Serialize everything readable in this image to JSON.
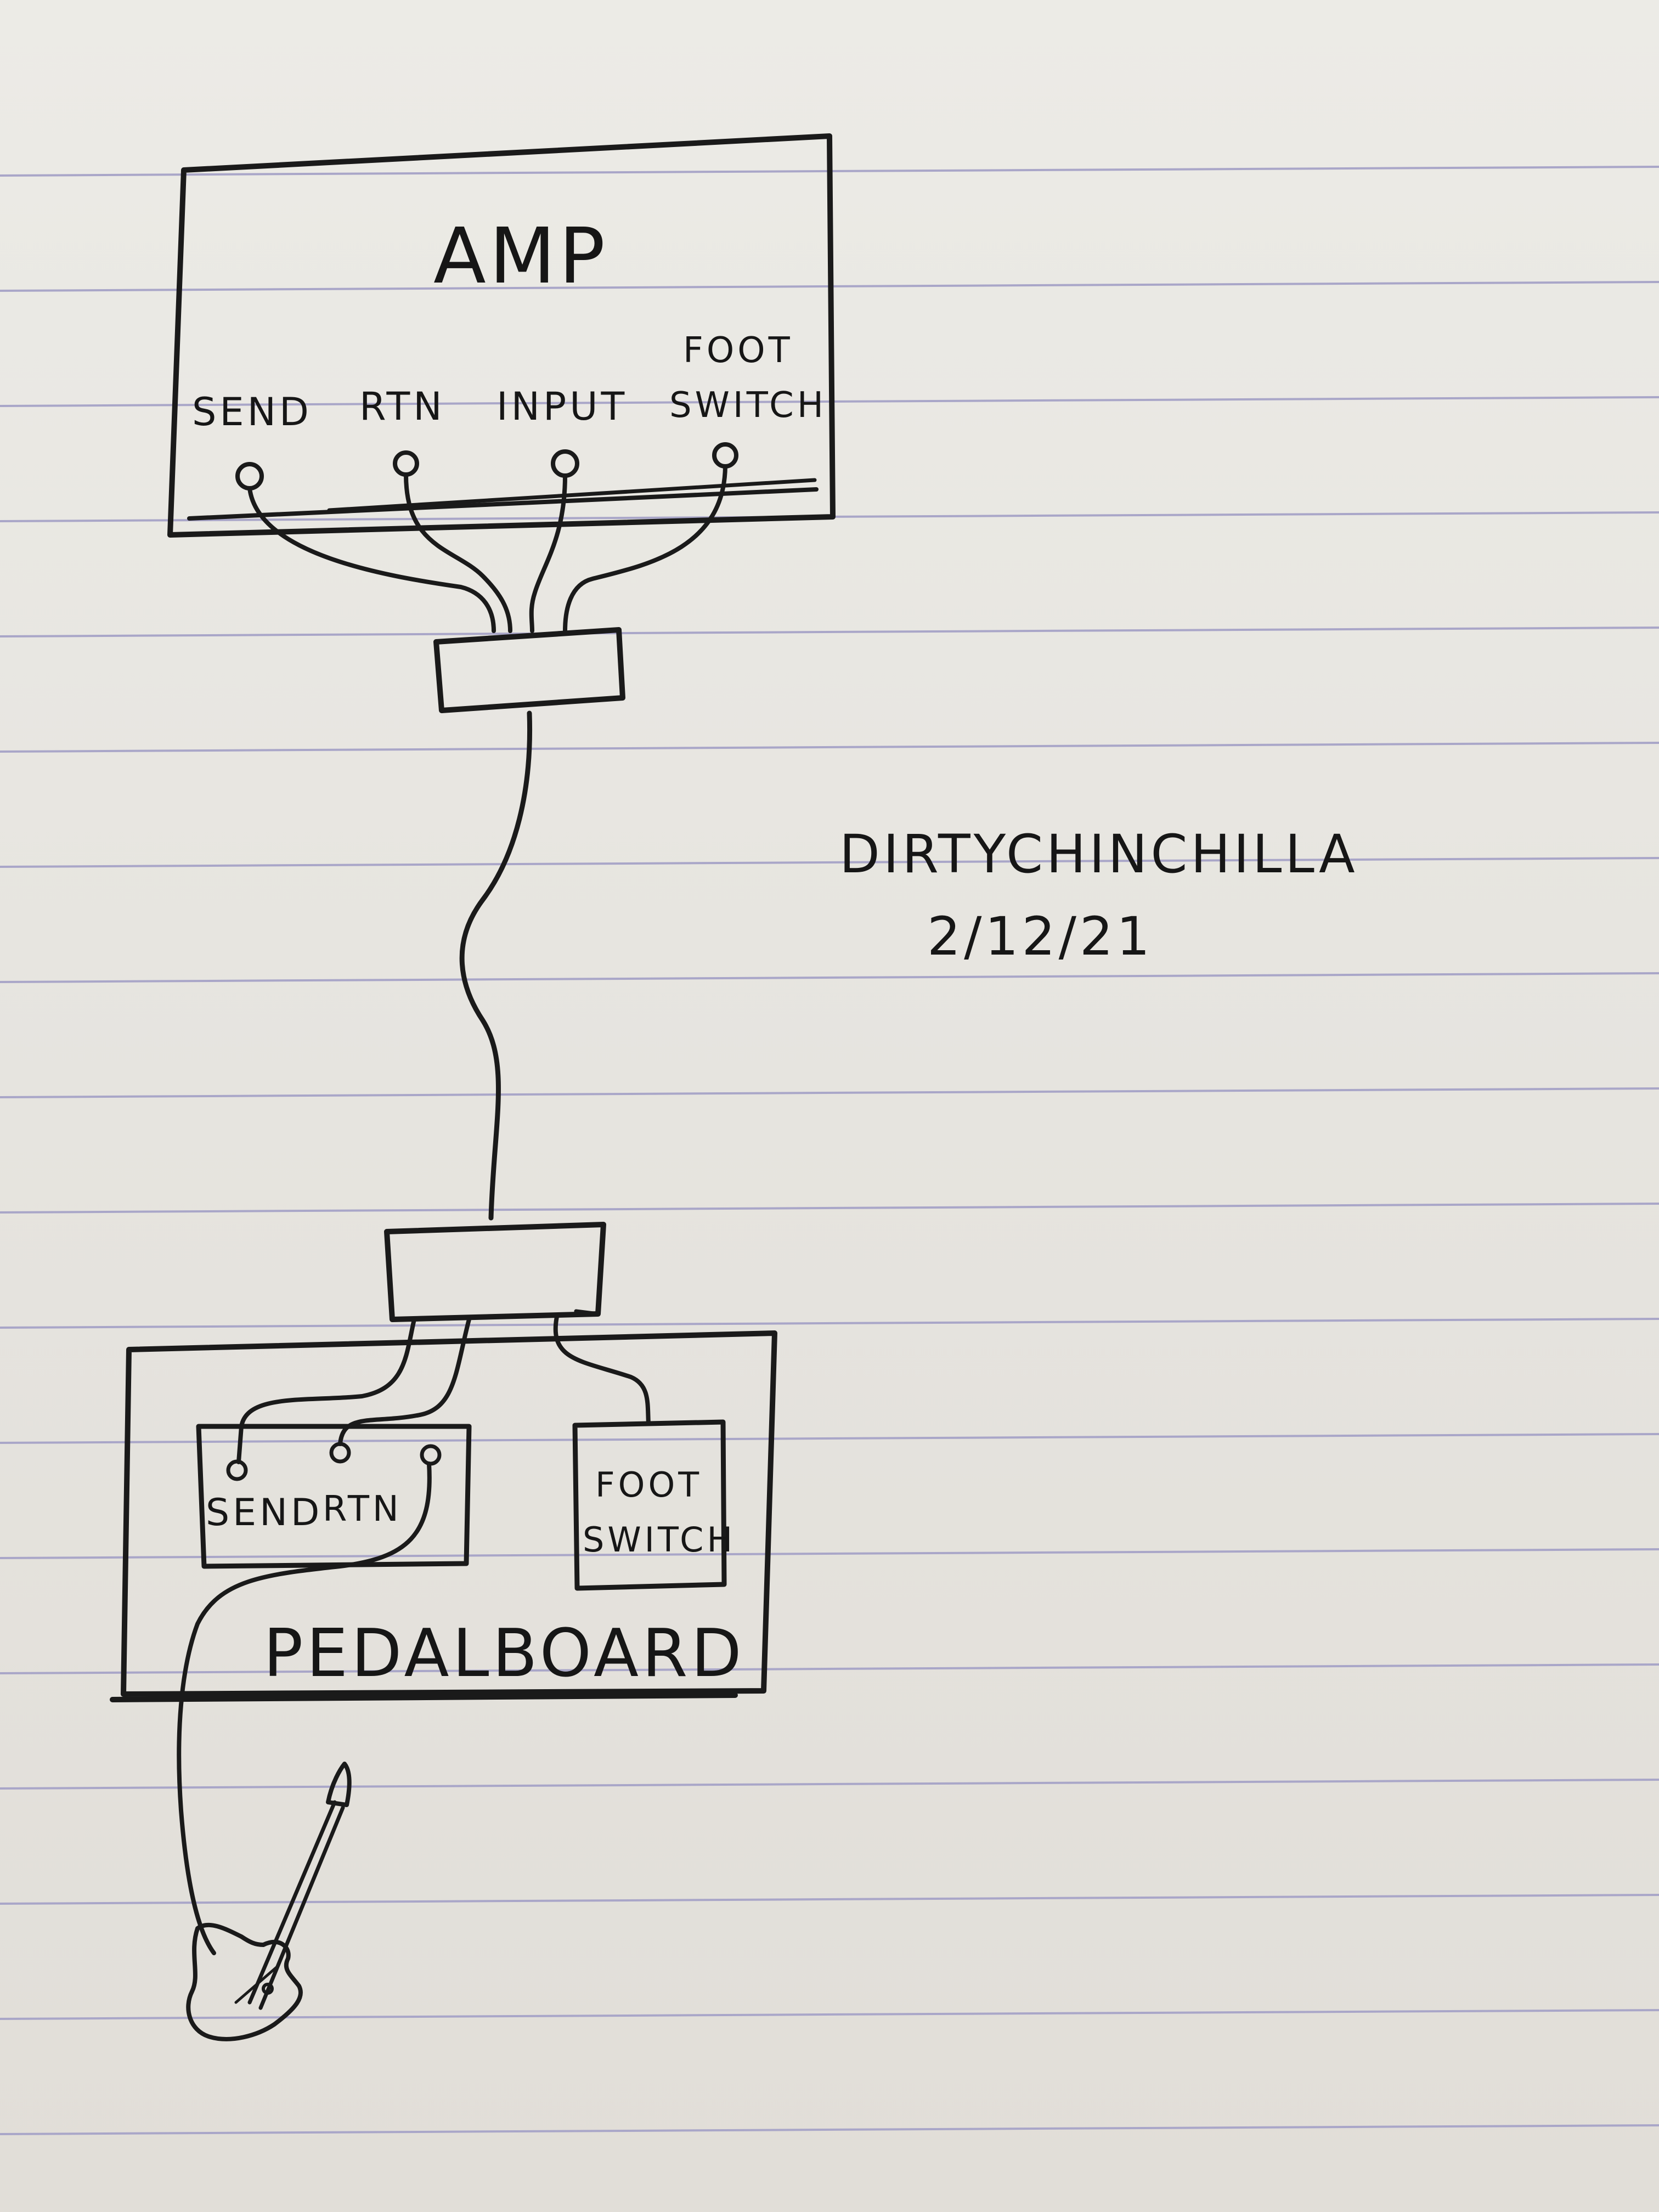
{
  "amp": {
    "title": "AMP",
    "ports": {
      "send": "SEND",
      "rtn": "RTN",
      "input": "INPUT",
      "footswitch_line1": "FOOT",
      "footswitch_line2": "SWITCH"
    }
  },
  "pedalboard": {
    "title": "PEDALBOARD",
    "loop_send": "SEND",
    "loop_rtn": "RTN",
    "footswitch_line1": "FOOT",
    "footswitch_line2": "SWITCH"
  },
  "signature": {
    "name": "DIRTYCHINCHILLA",
    "date": "2/12/21"
  },
  "icons": [
    "guitar-icon"
  ],
  "colors": {
    "ink": "#1a1a1a",
    "paper": "#e9e6e0",
    "rule": "#a9a6c8"
  }
}
